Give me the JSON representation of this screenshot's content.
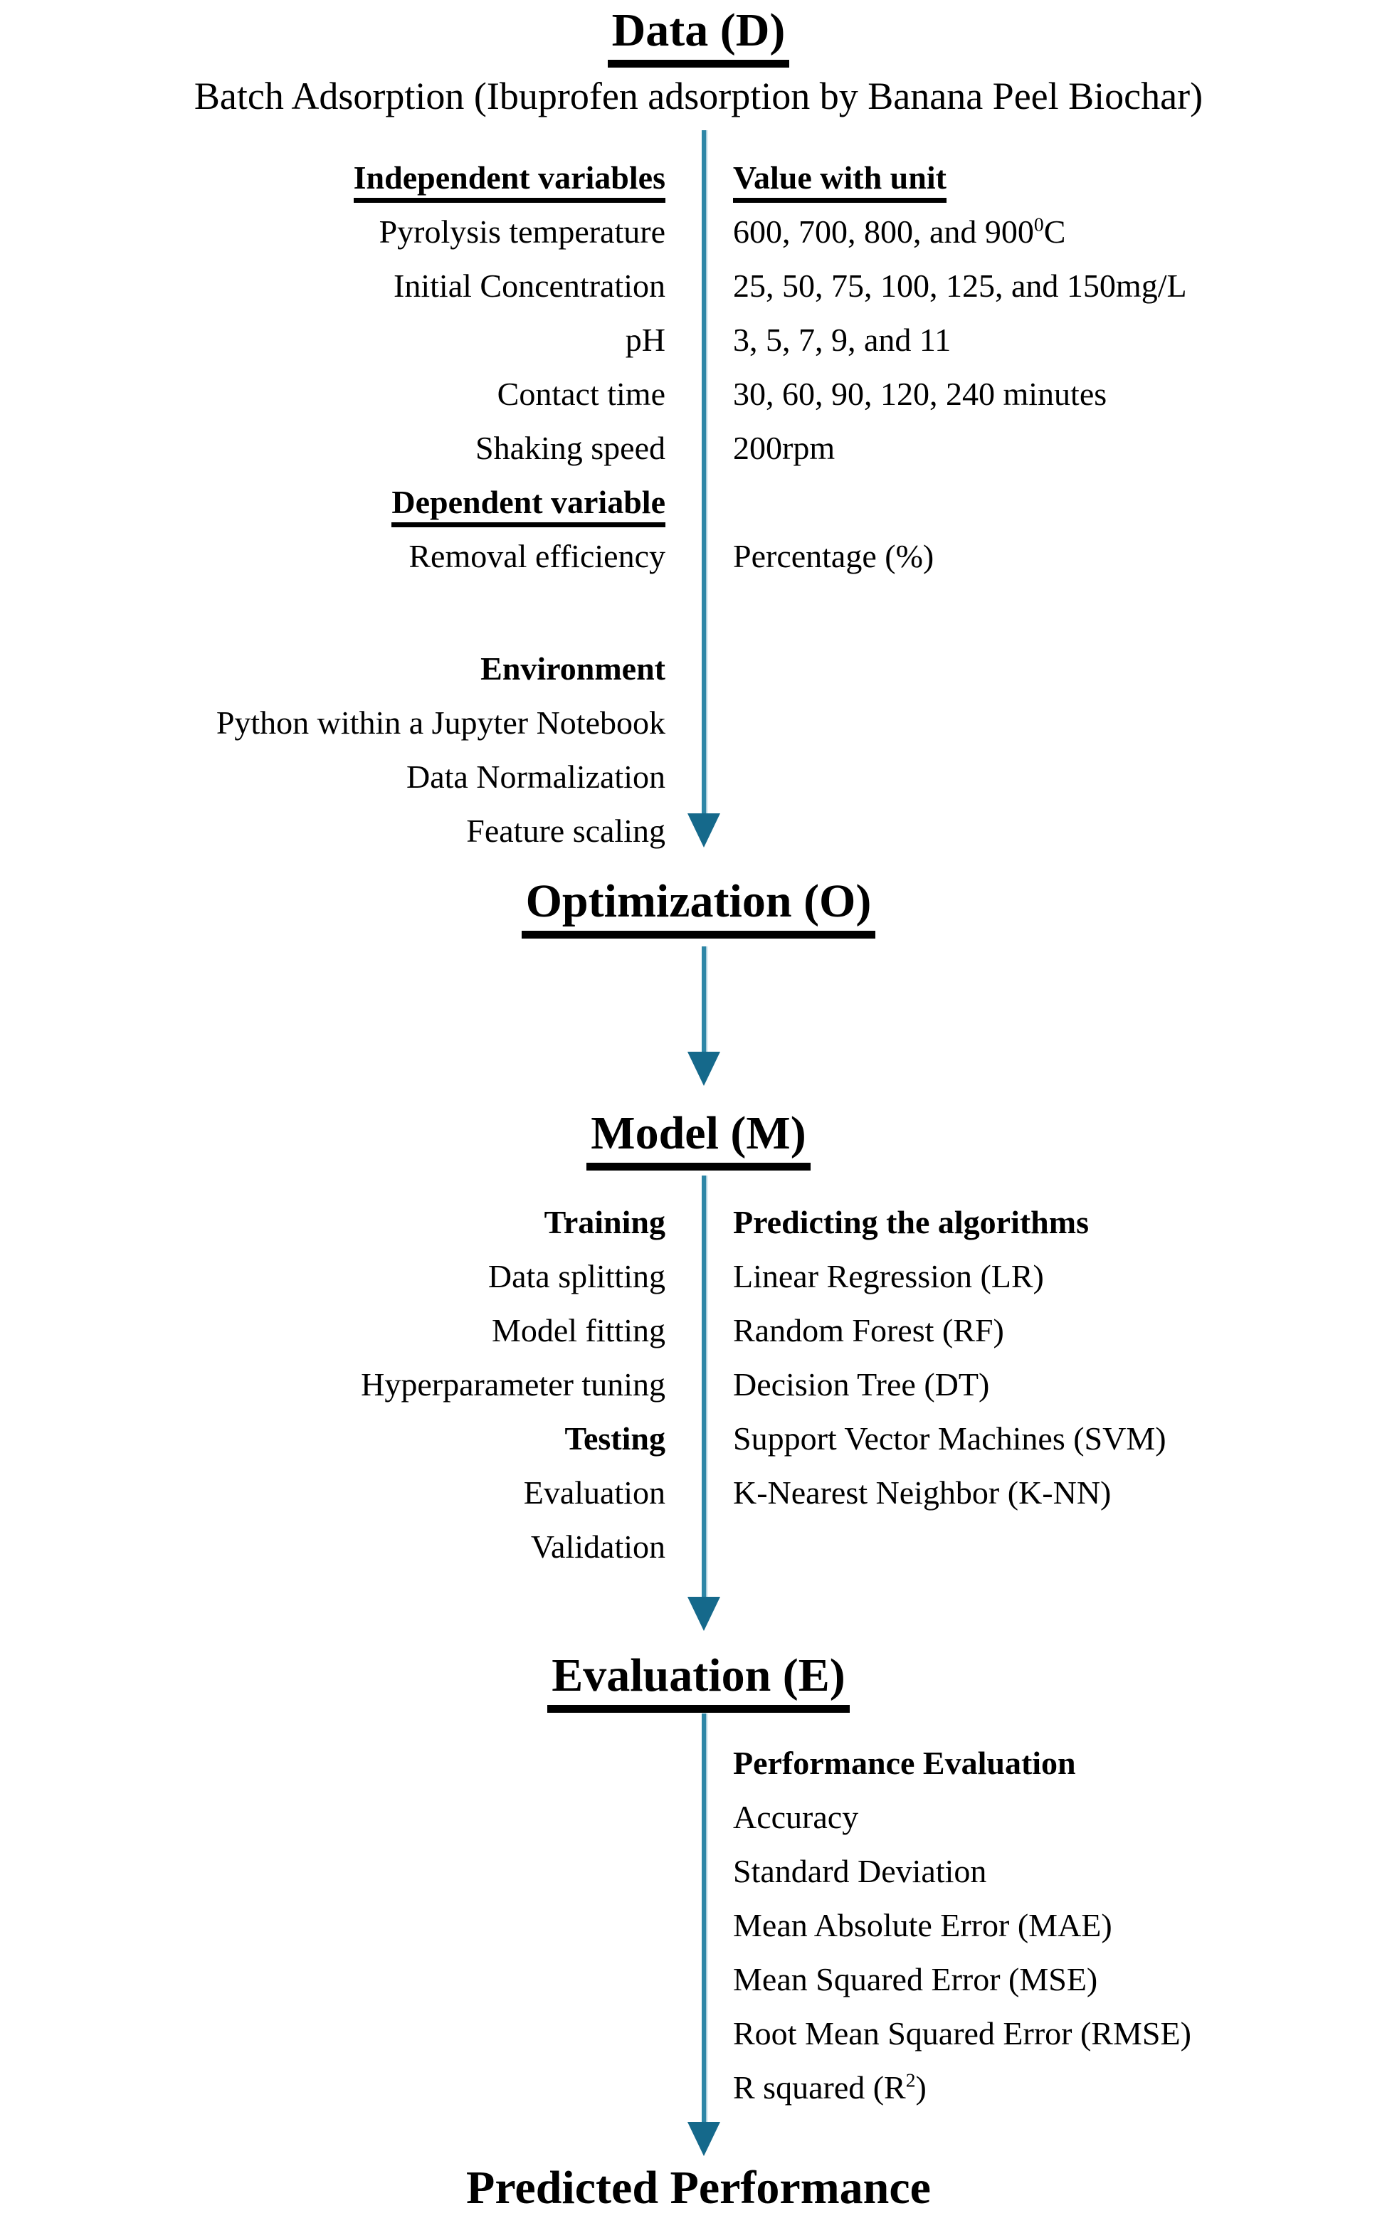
{
  "colors": {
    "arrow_line": "#2e86a6",
    "arrow_head": "#15698b",
    "text": "#000000",
    "background": "#ffffff"
  },
  "data_section": {
    "heading": "Data (D)",
    "subtitle": "Batch Adsorption (Ibuprofen adsorption by Banana Peel Biochar)",
    "left_header": "Independent variables",
    "right_header": "Value with unit",
    "rows": [
      {
        "left": "Pyrolysis temperature",
        "right_pre": "600, 700, 800, and 900",
        "right_sup": "0",
        "right_post": "C"
      },
      {
        "left": "Initial Concentration",
        "right": "25, 50, 75, 100, 125, and 150mg/L"
      },
      {
        "left": "pH",
        "right": "3, 5, 7, 9, and 11"
      },
      {
        "left": "Contact time",
        "right": "30, 60, 90, 120, 240 minutes"
      },
      {
        "left": "Shaking speed",
        "right": "200rpm"
      }
    ],
    "dependent_header": "Dependent variable",
    "dependent_row": {
      "left": "Removal efficiency",
      "right": "Percentage (%)"
    },
    "environment_header": "Environment",
    "environment_items": [
      "Python within a Jupyter Notebook",
      "Data Normalization",
      "Feature scaling"
    ]
  },
  "optimization_section": {
    "heading": "Optimization (O)"
  },
  "model_section": {
    "heading": "Model (M)",
    "rows": [
      {
        "left": "Training",
        "right": "Predicting the algorithms"
      },
      {
        "left": "Data splitting",
        "right": "Linear Regression (LR)"
      },
      {
        "left": "Model fitting",
        "right": "Random Forest (RF)"
      },
      {
        "left": "Hyperparameter tuning",
        "right": "Decision Tree (DT)"
      },
      {
        "left": "Testing",
        "right": "Support Vector Machines (SVM)"
      },
      {
        "left": "Evaluation",
        "right": "K-Nearest Neighbor (K-NN)"
      },
      {
        "left": "Validation",
        "right": ""
      }
    ]
  },
  "evaluation_section": {
    "heading": "Evaluation (E)",
    "list_header": "Performance Evaluation",
    "items": [
      "Accuracy",
      "Standard Deviation",
      "Mean Absolute Error (MAE)",
      "Mean Squared Error (MSE)",
      "Root Mean Squared Error (RMSE)"
    ],
    "r_squared": {
      "pre": "R squared (R",
      "sup": "2",
      "post": ")"
    }
  },
  "footer": {
    "label": "Predicted Performance"
  }
}
